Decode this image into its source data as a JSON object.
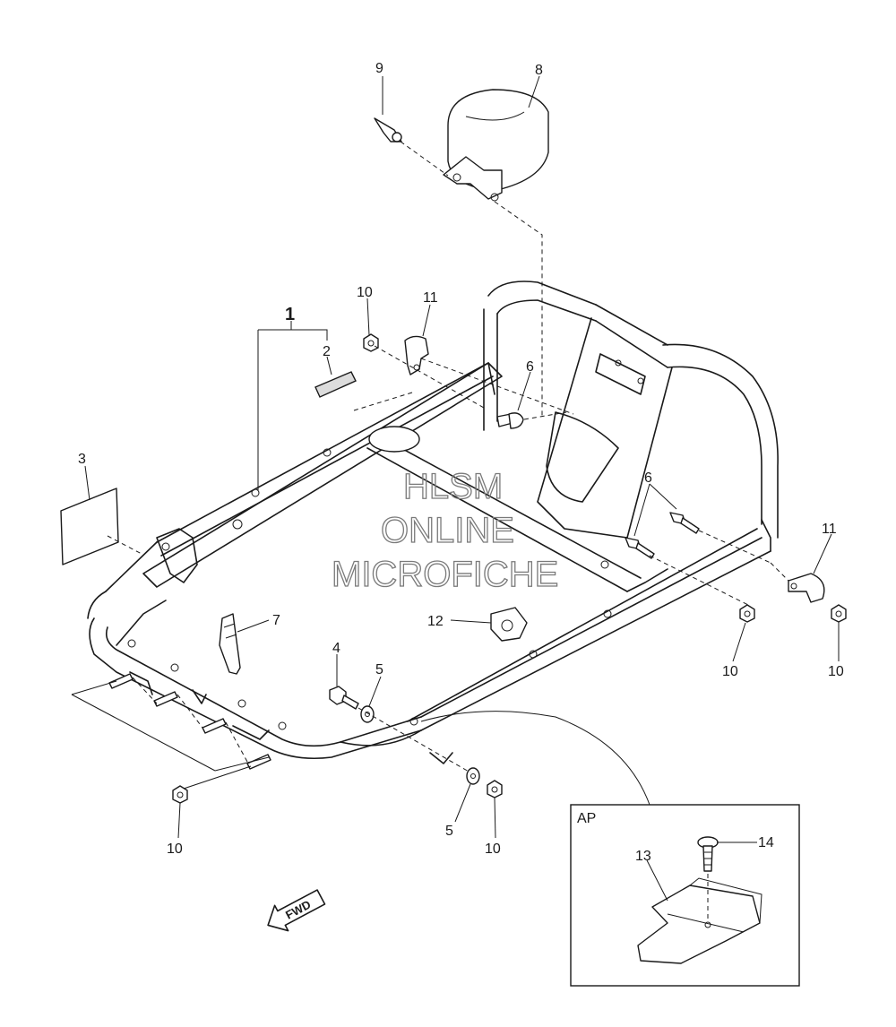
{
  "callouts": {
    "c1": "1",
    "c2": "2",
    "c3": "3",
    "c4": "4",
    "c5a": "5",
    "c5b": "5",
    "c6a": "6",
    "c6b": "6",
    "c7": "7",
    "c8": "8",
    "c9": "9",
    "c10a": "10",
    "c10b": "10",
    "c10c": "10",
    "c10d": "10",
    "c10e": "10",
    "c11a": "11",
    "c11b": "11",
    "c12": "12",
    "c13": "13",
    "c14": "14"
  },
  "inset": {
    "label": "AP"
  },
  "watermark": {
    "line1": "HLSM",
    "line2": "ONLINE",
    "line3": "MICROFICHE"
  },
  "fwd_arrow": {
    "label": "FWD"
  }
}
